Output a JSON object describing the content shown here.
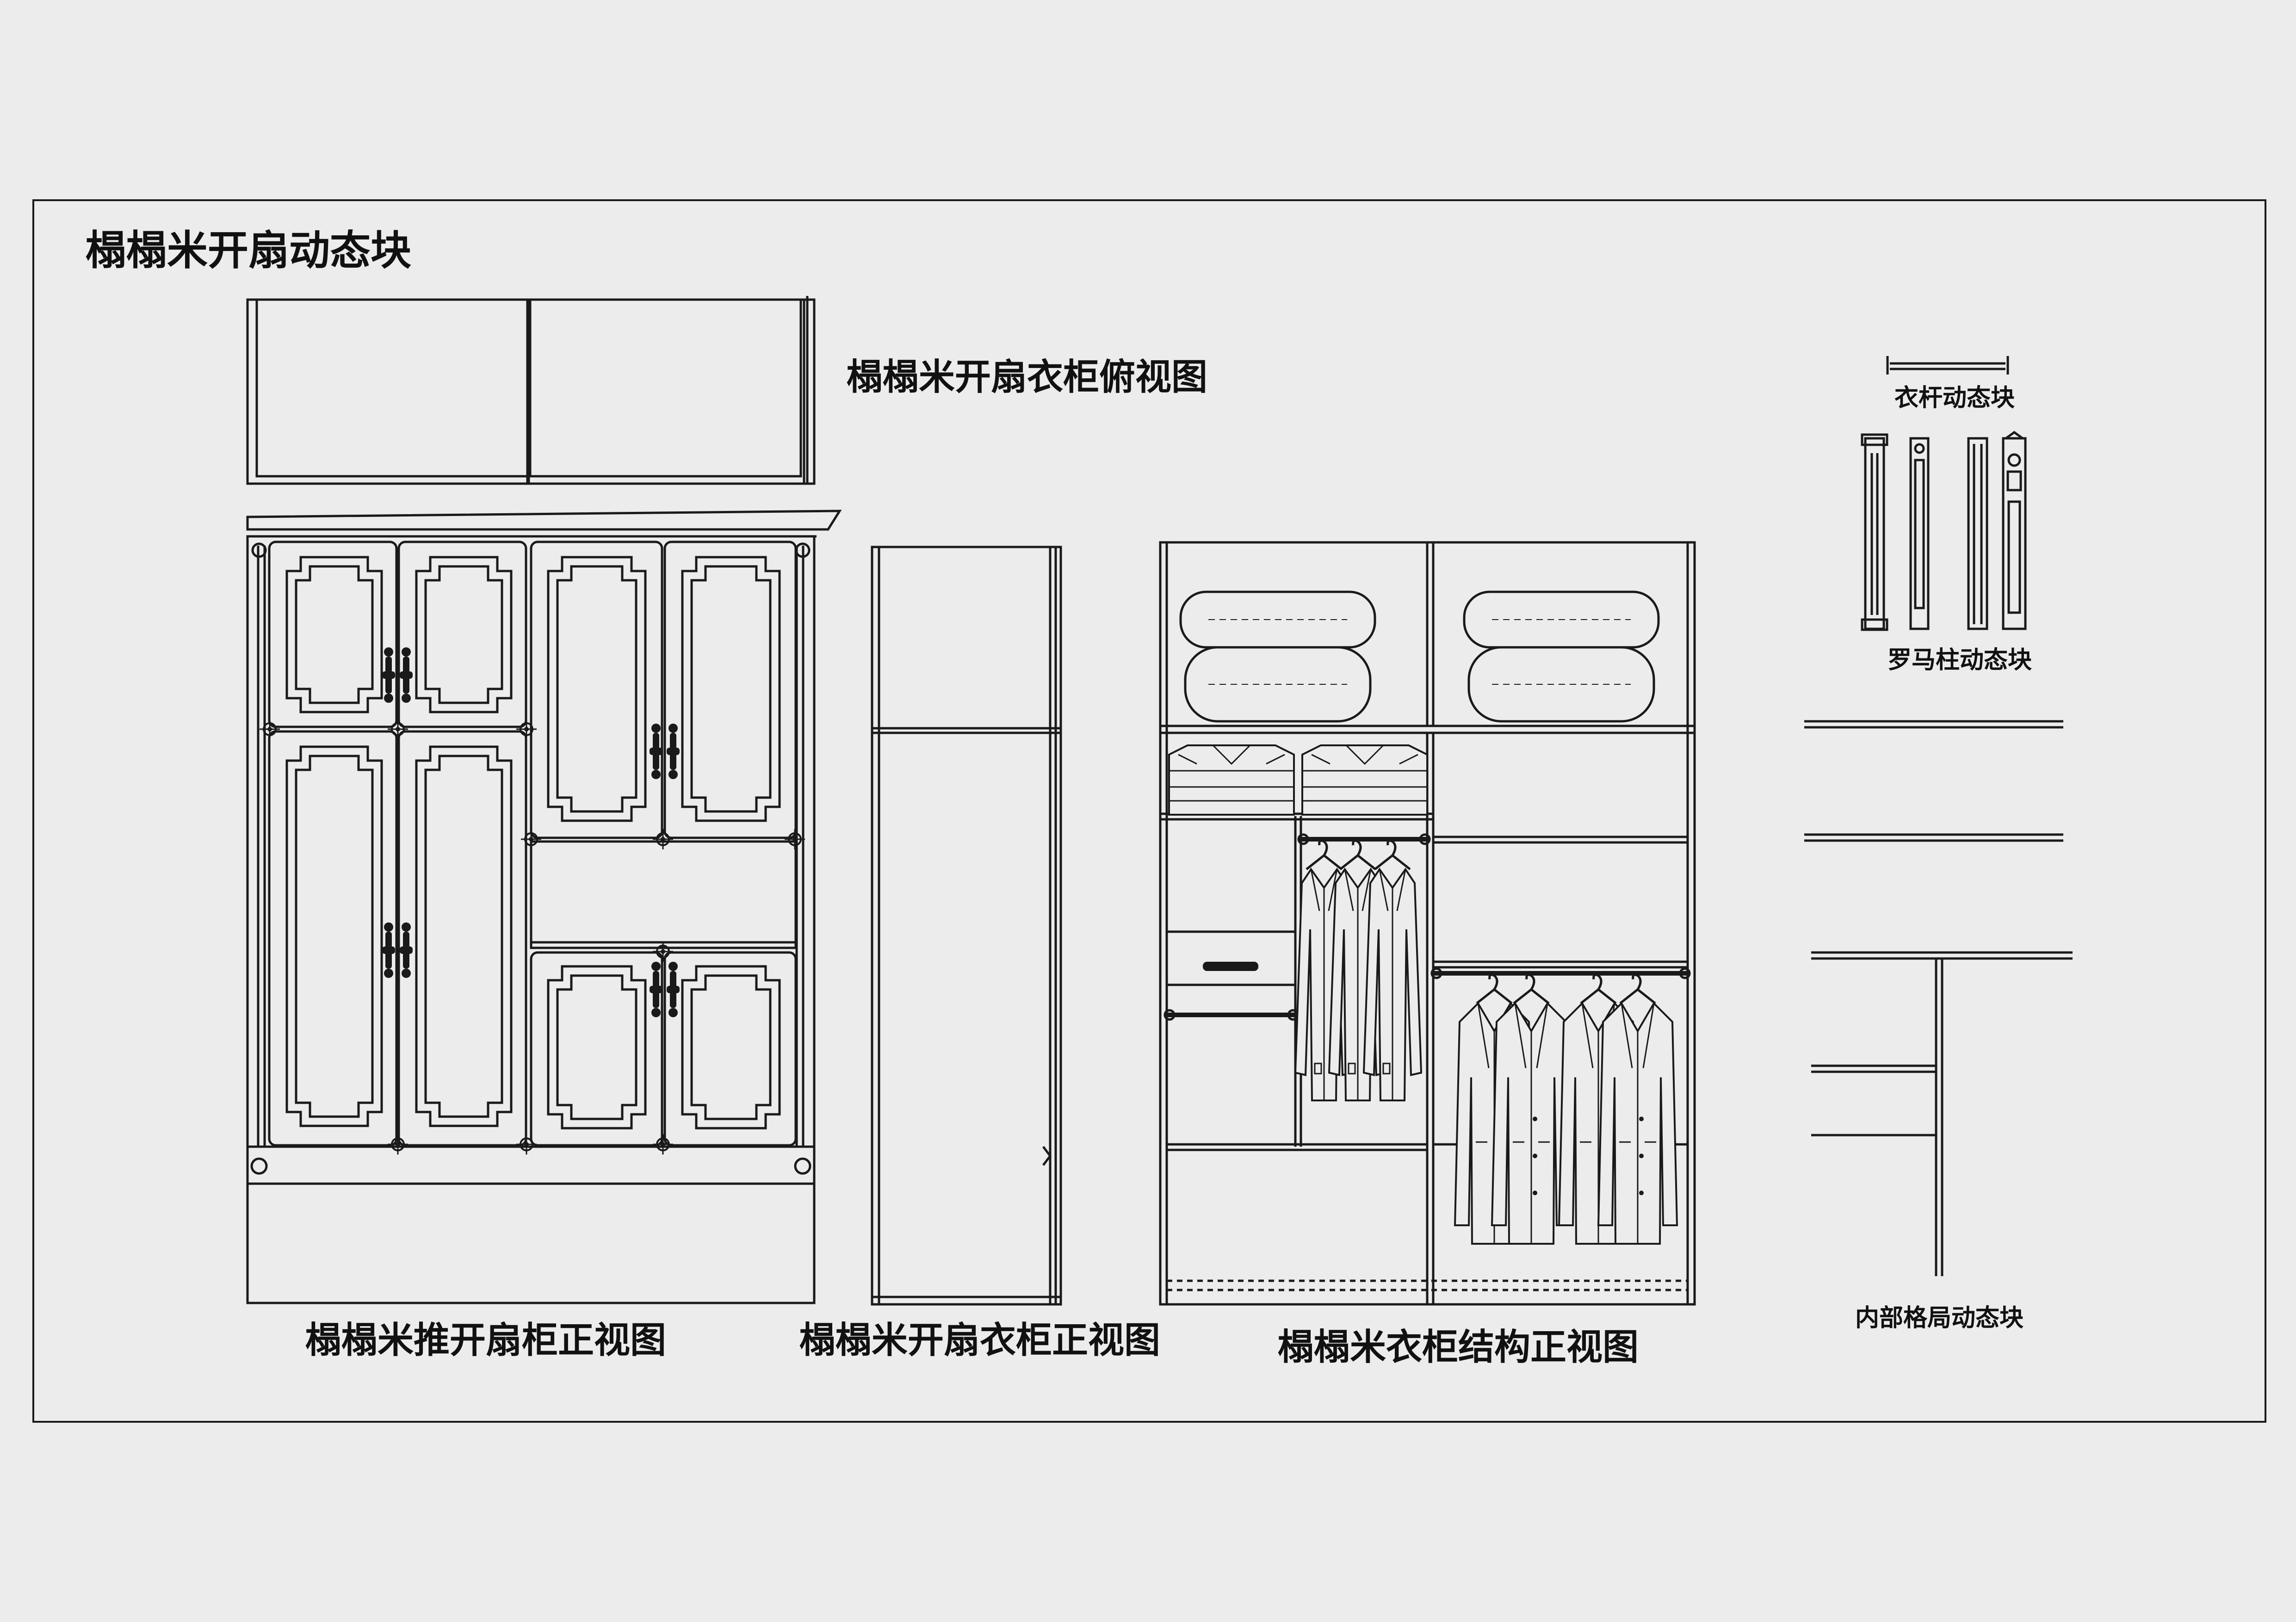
{
  "sheet": {
    "title": "榻榻米开扇动态块"
  },
  "views": {
    "top_view_label": "榻榻米开扇衣柜俯视图",
    "push_door_front_label": "榻榻米推开扇柜正视图",
    "side_front_label": "榻榻米开扇衣柜正视图",
    "structure_front_label": "榻榻米衣柜结构正视图"
  },
  "blocks": {
    "rod_label": "衣杆动态块",
    "roman_column_label": "罗马柱动态块",
    "layout_label": "内部格局动态块"
  },
  "colors": {
    "line": "#1a1a1a",
    "paper": "#ececec"
  },
  "icons": {
    "handle": "ornate-handle-icon",
    "corner": "rosette-icon",
    "hanger": "hanger-icon",
    "clothing": "jacket-icon",
    "bedding": "pillow-icon"
  }
}
